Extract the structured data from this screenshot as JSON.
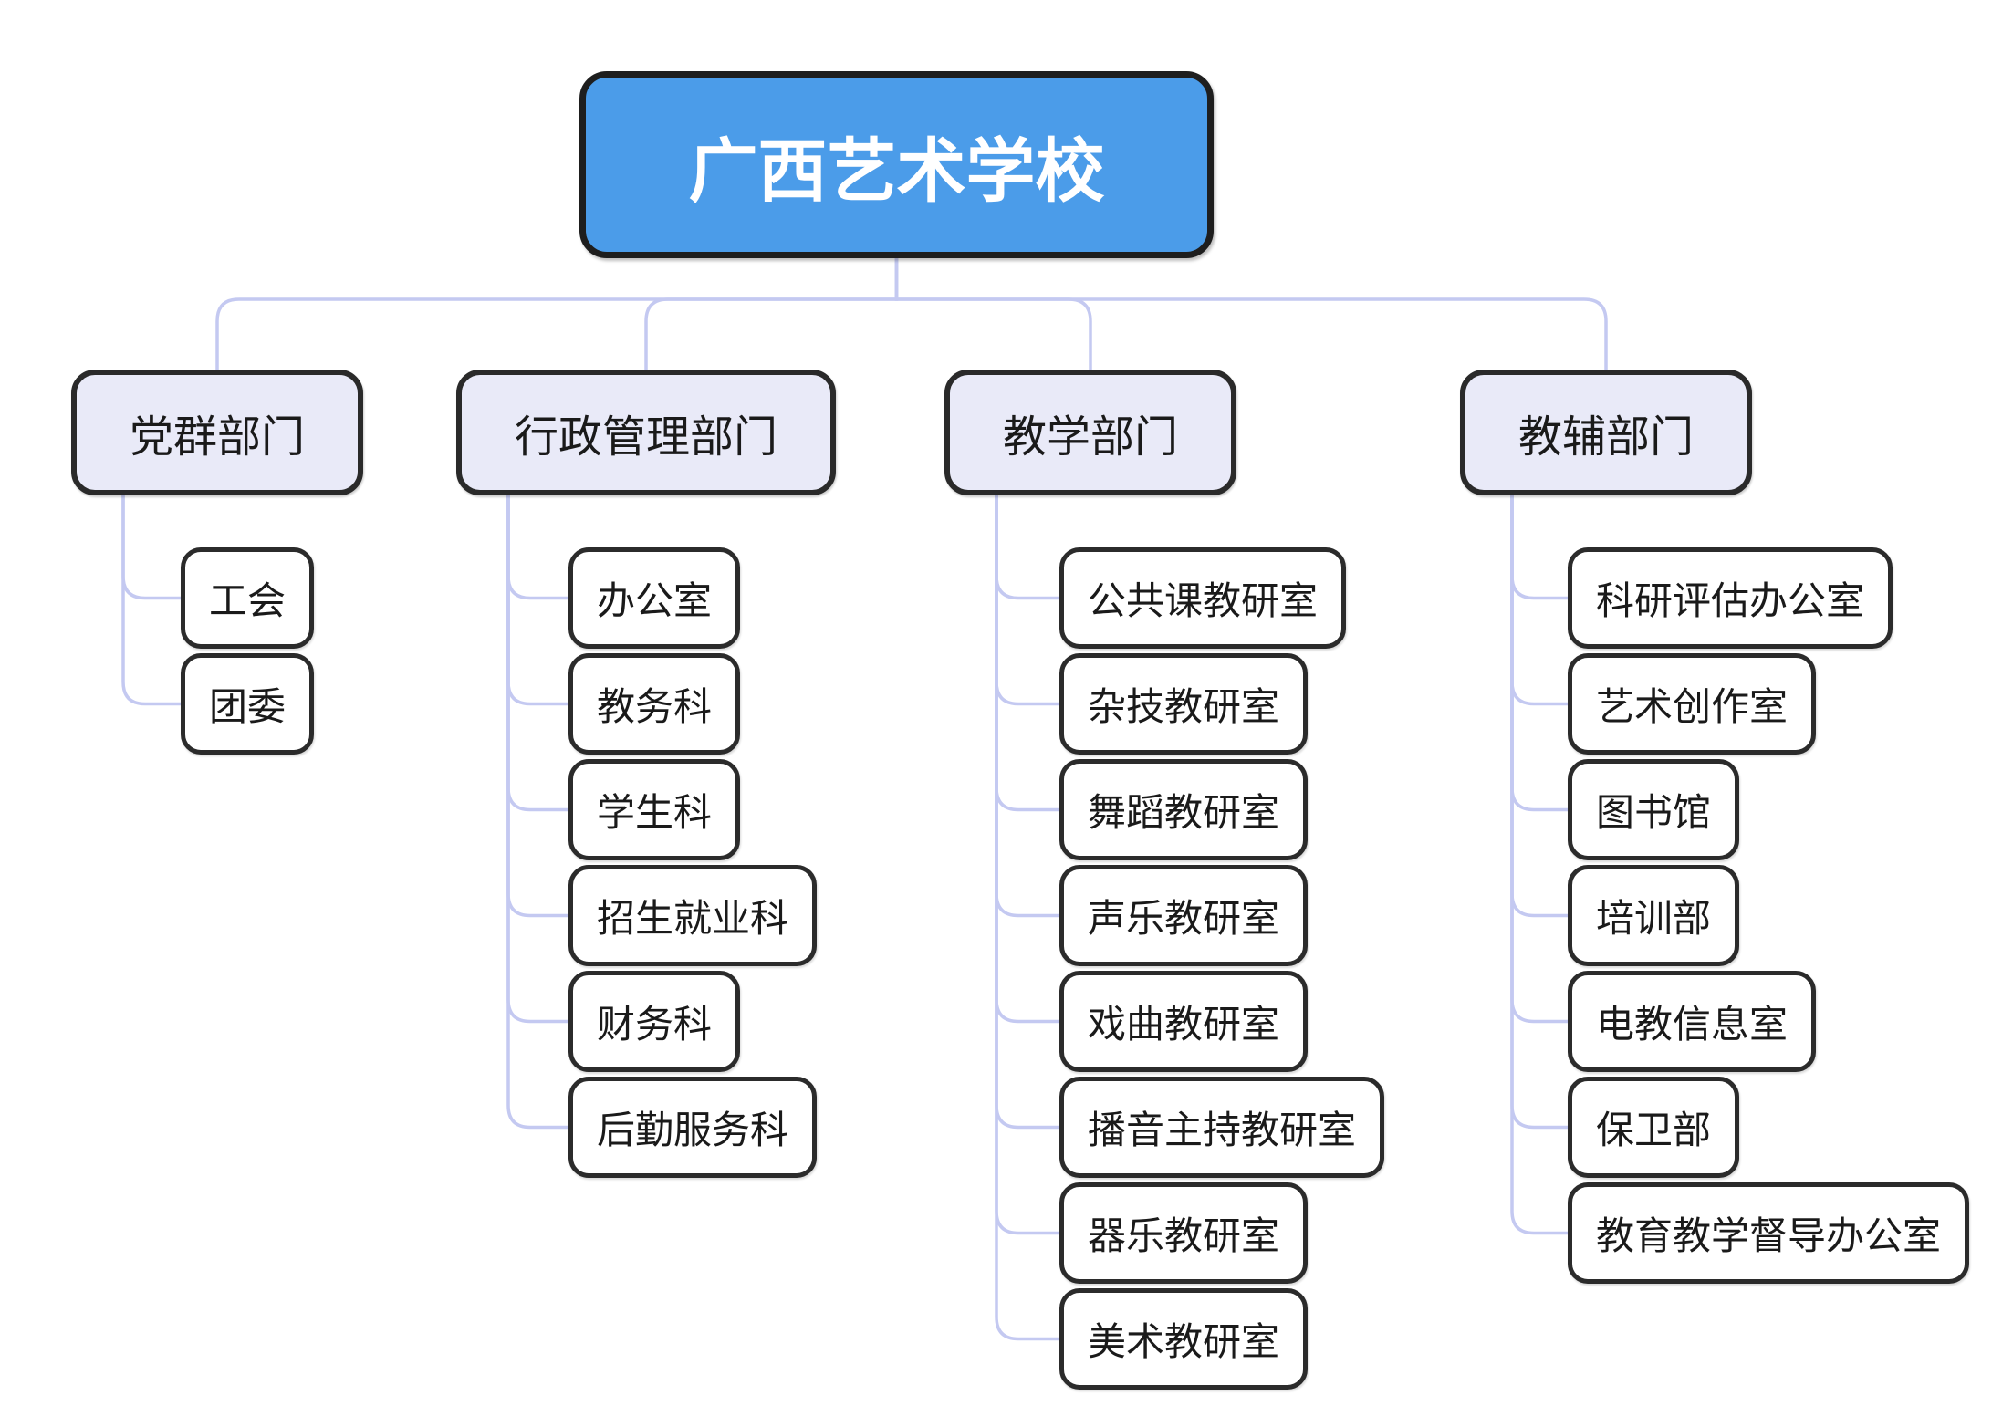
{
  "root": {
    "label": "广西艺术学校"
  },
  "branches": [
    {
      "label": "党群部门",
      "children": [
        "工会",
        "团委"
      ]
    },
    {
      "label": "行政管理部门",
      "children": [
        "办公室",
        "教务科",
        "学生科",
        "招生就业科",
        "财务科",
        "后勤服务科"
      ]
    },
    {
      "label": "教学部门",
      "children": [
        "公共课教研室",
        "杂技教研室",
        "舞蹈教研室",
        "声乐教研室",
        "戏曲教研室",
        "播音主持教研室",
        "器乐教研室",
        "美术教研室"
      ]
    },
    {
      "label": "教辅部门",
      "children": [
        "科研评估办公室",
        "艺术创作室",
        "图书馆",
        "培训部",
        "电教信息室",
        "保卫部",
        "教育教学督导办公室"
      ]
    }
  ],
  "colors": {
    "root-fill": "#4b9ce9",
    "root-border": "#1e1e1e",
    "branch-fill": "#e9eaf8",
    "branch-border": "#2a2a2a",
    "child-fill": "#ffffff",
    "child-border": "#2b2b2b",
    "connector": "#c4c9f1",
    "text-dark": "#1a1a1a",
    "root-text": "#ffffff"
  }
}
